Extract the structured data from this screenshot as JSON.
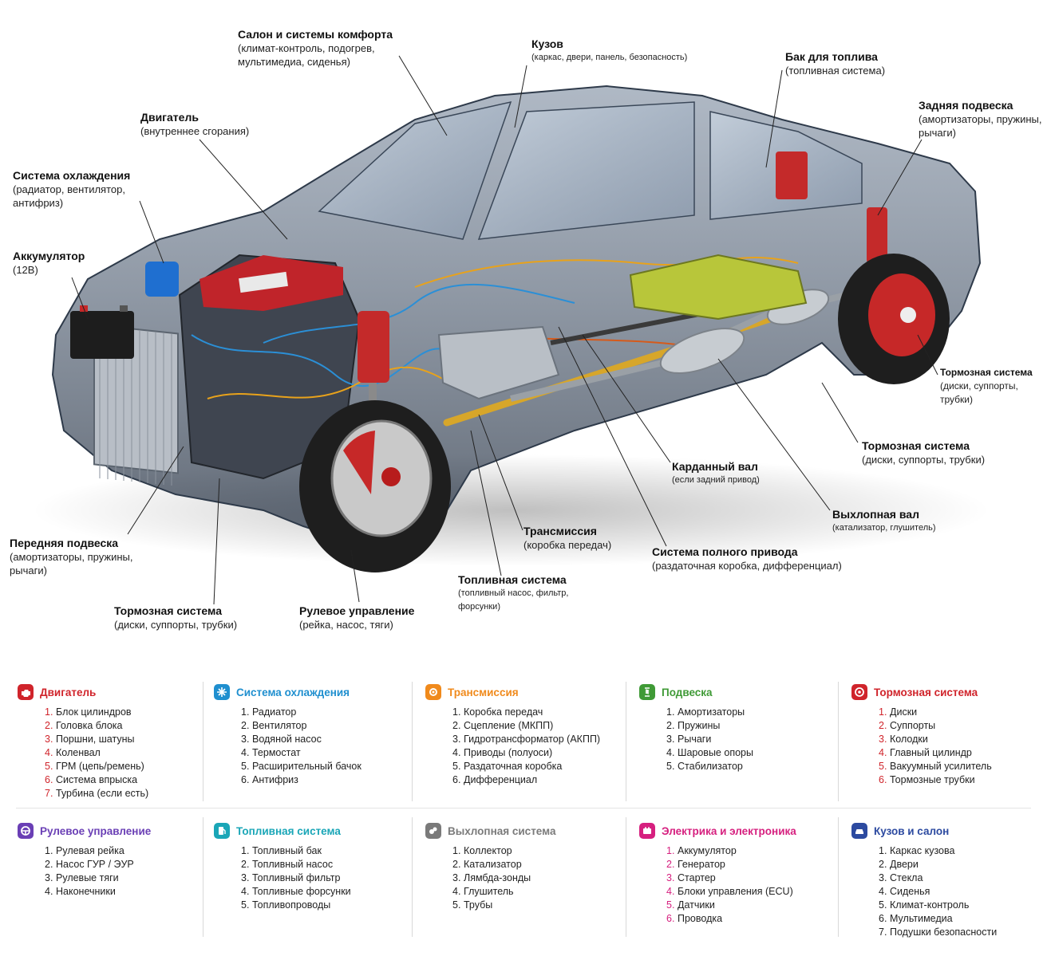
{
  "callouts": [
    {
      "id": "salon",
      "title": "Салон и системы комфорта",
      "sub": "(климат-контроль, подогрев, мультимедиа, сиденья)"
    },
    {
      "id": "kuzov",
      "title": "Кузов",
      "sub": "(каркас, двери, панель, безопасность)"
    },
    {
      "id": "bak",
      "title": "Бак для топлива",
      "sub": "(топливная система)"
    },
    {
      "id": "dvigatel",
      "title": "Двигатель",
      "sub": "(внутреннее сгорания)"
    },
    {
      "id": "zadnyaya",
      "title": "Задняя подвеска",
      "sub": "(амортизаторы, пружины, рычаги)"
    },
    {
      "id": "ohlazhdenie",
      "title": "Система охлаждения",
      "sub": "(радиатор, вентилятор, антифриз)"
    },
    {
      "id": "akkum",
      "title": "Аккумулятор",
      "sub": "(12В)"
    },
    {
      "id": "tormoz_rear",
      "title": "Тормозная система",
      "sub": "(диски, суппорты, трубки)"
    },
    {
      "id": "tormoz_mid",
      "title": "Тормозная система",
      "sub": "(диски, суппорты, трубки)"
    },
    {
      "id": "kardan",
      "title": "Карданный вал",
      "sub": "(если задний привод)"
    },
    {
      "id": "vyhlop",
      "title": "Выхлопная вал",
      "sub": "(катализатор, глушитель)"
    },
    {
      "id": "perednyaya",
      "title": "Передняя подвеска",
      "sub": "(амортизаторы, пружины, рычаги)"
    },
    {
      "id": "transmissiya",
      "title": "Трансмиссия",
      "sub": "(коробка передач)"
    },
    {
      "id": "polny_privod",
      "title": "Система полного привода",
      "sub": "(раздаточная коробка, дифференциал)"
    },
    {
      "id": "toplivnaya",
      "title": "Топливная система",
      "sub": "(топливный насос, фильтр, форсунки)"
    },
    {
      "id": "tormoz_front",
      "title": "Тормозная система",
      "sub": "(диски, суппорты, трубки)"
    },
    {
      "id": "rulevoe",
      "title": "Рулевое управление",
      "sub": "(рейка, насос, тяги)"
    }
  ],
  "legend": [
    {
      "title": "Двигатель",
      "color": "#d0242b",
      "icon": "engine-icon",
      "items": [
        "Блок цилиндров",
        "Головка блока",
        "Поршни, шатуны",
        "Коленвал",
        "ГРМ (цепь/ремень)",
        "Система впрыска",
        "Турбина (если есть)"
      ]
    },
    {
      "title": "Система охлаждения",
      "color": "#1f8fcf",
      "icon": "snowflake-icon",
      "items": [
        "Радиатор",
        "Вентилятор",
        "Водяной насос",
        "Термостат",
        "Расширительный бачок",
        "Антифриз"
      ]
    },
    {
      "title": "Трансмиссия",
      "color": "#f08a1c",
      "icon": "gear-icon",
      "items": [
        "Коробка передач",
        "Сцепление (МКПП)",
        "Гидротрансформатор (АКПП)",
        "Приводы (полуоси)",
        "Раздаточная коробка",
        "Дифференциал"
      ]
    },
    {
      "title": "Подвеска",
      "color": "#3f9a36",
      "icon": "suspension-icon",
      "items": [
        "Амортизаторы",
        "Пружины",
        "Рычаги",
        "Шаровые опоры",
        "Стабилизатор"
      ]
    },
    {
      "title": "Тормозная система",
      "color": "#d0242b",
      "icon": "brake-icon",
      "items": [
        "Диски",
        "Суппорты",
        "Колодки",
        "Главный цилиндр",
        "Вакуумный усилитель",
        "Тормозные трубки"
      ]
    },
    {
      "title": "Рулевое управление",
      "color": "#6a3fb5",
      "icon": "steering-icon",
      "items": [
        "Рулевая рейка",
        "Насос ГУР / ЭУР",
        "Рулевые тяги",
        "Наконечники"
      ]
    },
    {
      "title": "Топливная система",
      "color": "#1aa6b7",
      "icon": "fuel-icon",
      "items": [
        "Топливный бак",
        "Топливный насос",
        "Топливный фильтр",
        "Топливные форсунки",
        "Топливопроводы"
      ]
    },
    {
      "title": "Выхлопная система",
      "color": "#7a7a7a",
      "icon": "exhaust-icon",
      "items": [
        "Коллектор",
        "Катализатор",
        "Лямбда-зонды",
        "Глушитель",
        "Трубы"
      ]
    },
    {
      "title": "Электрика и электроника",
      "color": "#d6207f",
      "icon": "battery-icon",
      "items": [
        "Аккумулятор",
        "Генератор",
        "Стартер",
        "Блоки управления (ECU)",
        "Датчики",
        "Проводка"
      ]
    },
    {
      "title": "Кузов и салон",
      "color": "#2c4aa0",
      "icon": "car-body-icon",
      "items": [
        "Каркас кузова",
        "Двери",
        "Стекла",
        "Сиденья",
        "Климат-контроль",
        "Мультимедиа",
        "Подушки безопасности"
      ]
    }
  ]
}
